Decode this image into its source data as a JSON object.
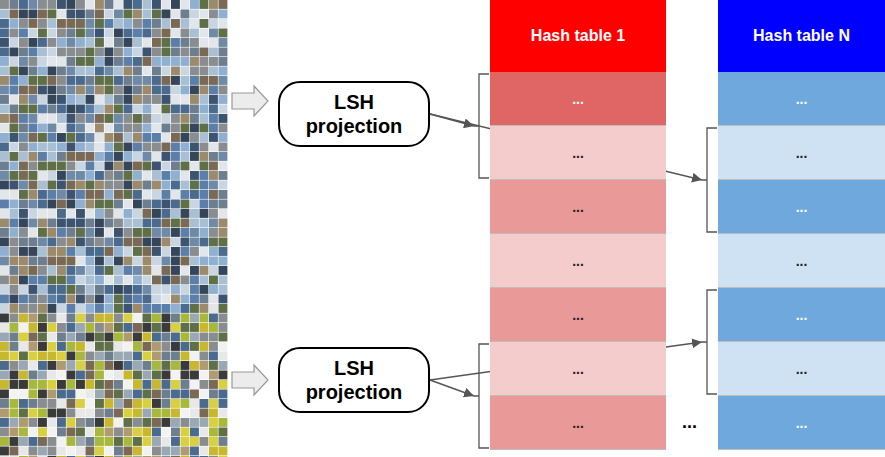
{
  "diagram": {
    "nodes": [
      {
        "text": [
          "LSH projection"
        ]
      },
      {
        "text": [
          "LSH projection"
        ]
      },
      {
        "text": [
          "Hash table 1"
        ]
      },
      {
        "text": [
          "..."
        ],
        "in": 2
      },
      {
        "text": [
          "..."
        ],
        "in": 2
      },
      {
        "text": [
          "..."
        ],
        "in": 2
      },
      {
        "text": [
          "..."
        ],
        "in": 2
      },
      {
        "text": [
          "..."
        ],
        "in": 2
      },
      {
        "text": [
          "..."
        ],
        "in": 2
      },
      {
        "text": [
          "..."
        ],
        "in": 2
      },
      {
        "text": [
          "Hash table N"
        ]
      },
      {
        "text": [
          "..."
        ],
        "in": 10
      },
      {
        "text": [
          "..."
        ],
        "in": 10
      },
      {
        "text": [
          "..."
        ],
        "in": 10
      },
      {
        "text": [
          "..."
        ],
        "in": 10
      },
      {
        "text": [
          "..."
        ],
        "in": 10
      },
      {
        "text": [
          "..."
        ],
        "in": 10
      },
      {
        "text": [
          "..."
        ],
        "in": 10
      }
    ],
    "edges": [
      {
        "from": 0,
        "to": 2,
        "arrow": "to"
      },
      {
        "from": 0,
        "to": 10,
        "arrow": "to"
      },
      {
        "from": 1,
        "to": 2,
        "arrow": "to"
      },
      {
        "from": 1,
        "to": 10,
        "arrow": "to"
      }
    ],
    "labels": [
      "..."
    ]
  }
}
